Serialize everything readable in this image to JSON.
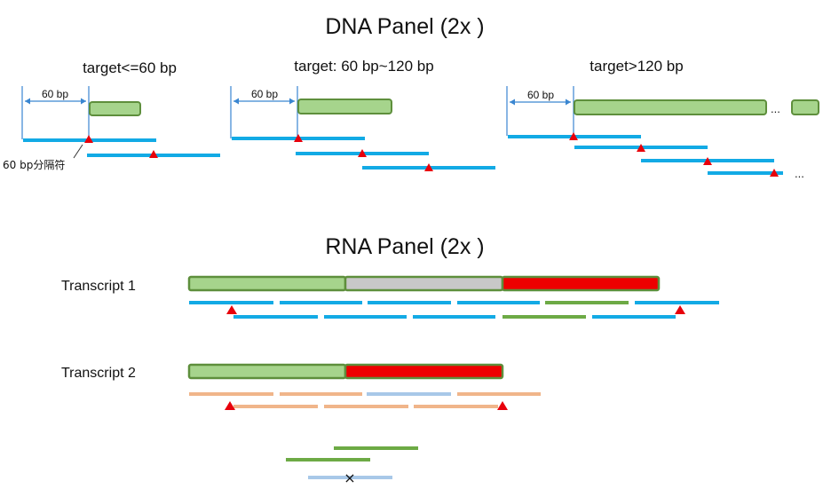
{
  "dna_panel": {
    "title": "DNA Panel (2x )",
    "cases": [
      {
        "heading": "target<=60 bp",
        "distance_label": "60 bp"
      },
      {
        "heading": "target:  60 bp~120 bp",
        "distance_label": "60 bp"
      },
      {
        "heading": "target>120 bp",
        "distance_label": "60 bp"
      }
    ],
    "separator_label": "60 bp分隔符",
    "continuation_mark": "..."
  },
  "rna_panel": {
    "title": "RNA Panel (2x )",
    "transcripts": [
      {
        "label": "Transcript 1"
      },
      {
        "label": "Transcript 2"
      }
    ],
    "rejected_mark": "×"
  },
  "colors": {
    "exon_green": "#a6d48c",
    "exon_border": "#5e8f3c",
    "exon_grey": "#c8c8c8",
    "exon_red": "#ee0000",
    "probe_blue": "#12aae5",
    "probe_green": "#6daa45",
    "probe_orange": "#f0b58a",
    "probe_pale_blue": "#a8c8e8",
    "marker_red": "#e8000b"
  }
}
